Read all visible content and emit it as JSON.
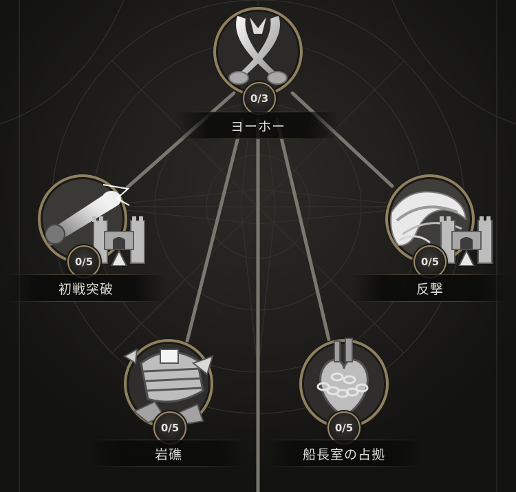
{
  "skill_tree": {
    "colors": {
      "background": "#161614",
      "connector": "#7a776f",
      "frame_gold": "#9b8a63",
      "text": "#dcdad4"
    },
    "nodes": [
      {
        "id": "yoho",
        "name": "ヨーホー",
        "progress": "0/3",
        "icon": "crossed-sabers-icon",
        "has_upgrade_marker": false
      },
      {
        "id": "first-break",
        "name": "初戦突破",
        "progress": "0/5",
        "icon": "cannon-icon",
        "has_upgrade_marker": true
      },
      {
        "id": "counter",
        "name": "反撃",
        "progress": "0/5",
        "icon": "wave-icon",
        "has_upgrade_marker": true
      },
      {
        "id": "reef",
        "name": "岩礁",
        "progress": "0/5",
        "icon": "shipwreck-icon",
        "has_upgrade_marker": false
      },
      {
        "id": "captain-cabin",
        "name": "船長室の占拠",
        "progress": "0/5",
        "icon": "chained-heart-icon",
        "has_upgrade_marker": false
      }
    ]
  }
}
